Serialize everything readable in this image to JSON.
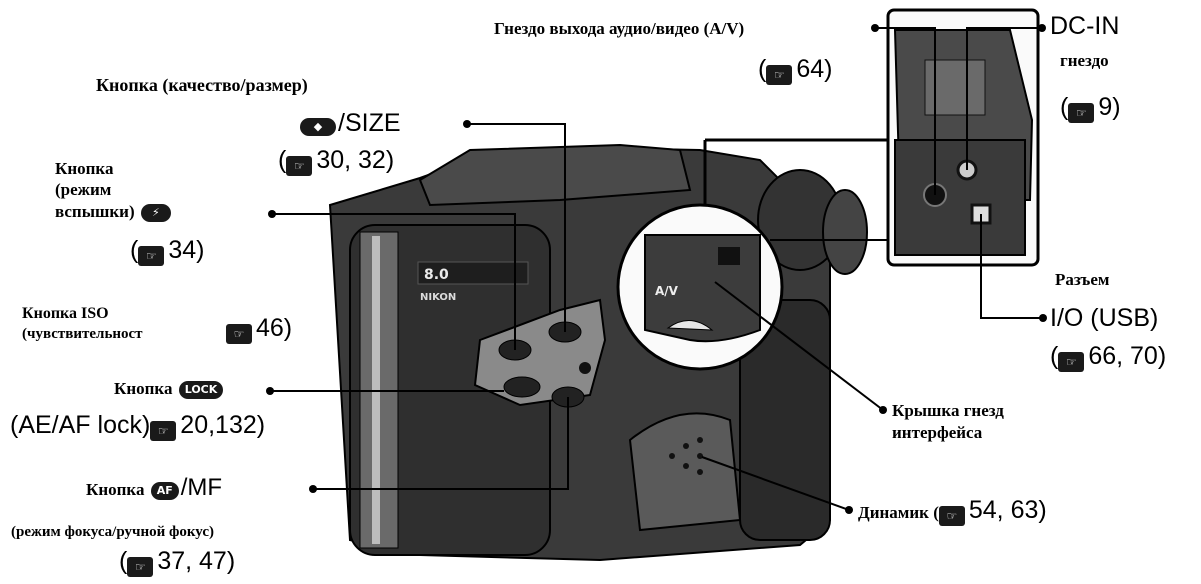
{
  "labels": {
    "av_jack": "Гнездо выхода аудио/видео (A/V)",
    "av_pages": "64",
    "dcin": "DC-IN",
    "dcin_sub": "гнездо",
    "dcin_pages": "9",
    "quality_title": "Кнопка (качество/размер)",
    "quality_suffix": "/SIZE",
    "quality_pages": "30, 32)",
    "flash_line1": "Кнопка",
    "flash_line2": "(режим",
    "flash_line3": "вспышки)",
    "flash_pages": "34)",
    "iso_line1": "Кнопка ISO",
    "iso_line2": "(чувствительност",
    "iso_pages": "46)",
    "lock_title": "Кнопка",
    "lock_icon": "LOCK",
    "lock_sub": "(AE/AF lock)",
    "lock_pages": "20,132)",
    "focus_title": "Кнопка",
    "focus_icon": "AF",
    "focus_suffix": "/MF",
    "focus_sub": "(режим фокуса/ручной фокус)",
    "focus_pages": "37, 47)",
    "usb_title": "Разъем",
    "usb_label": "I/O (USB)",
    "usb_pages": "66, 70)",
    "cover_line1": "Крышка гнезд",
    "cover_line2": "интерфейса",
    "speaker": "Динамик (",
    "speaker_pages": "54, 63)",
    "pageref_glyph": "☞",
    "open_paren": "("
  },
  "camera": {
    "model_badge": "8.0",
    "brand": "NIKON",
    "cover_icon": "A/V"
  }
}
